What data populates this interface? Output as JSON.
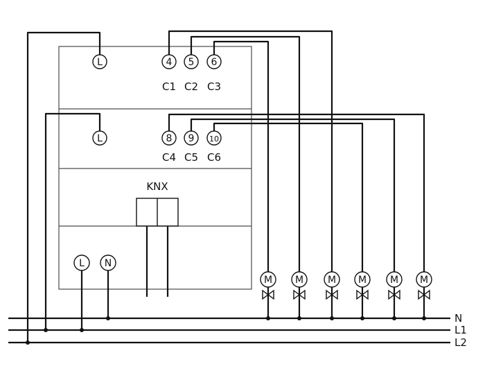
{
  "module_terminals_top": {
    "l": "L",
    "t1": "4",
    "t2": "5",
    "t3": "6"
  },
  "module_labels_top": {
    "c1": "C1",
    "c2": "C2",
    "c3": "C3"
  },
  "module_terminals_mid": {
    "l": "L",
    "t1": "8",
    "t2": "9",
    "t3": "10"
  },
  "module_labels_mid": {
    "c4": "C4",
    "c5": "C5",
    "c6": "C6"
  },
  "bus_label": "KNX",
  "power_terminals": {
    "l": "L",
    "n": "N"
  },
  "valve_symbol": "M",
  "rail_labels": {
    "n": "N",
    "l1": "L1",
    "l2": "L2"
  },
  "colors": {
    "wire": "#111111",
    "box": "#4a4a4a",
    "background": "#ffffff"
  }
}
